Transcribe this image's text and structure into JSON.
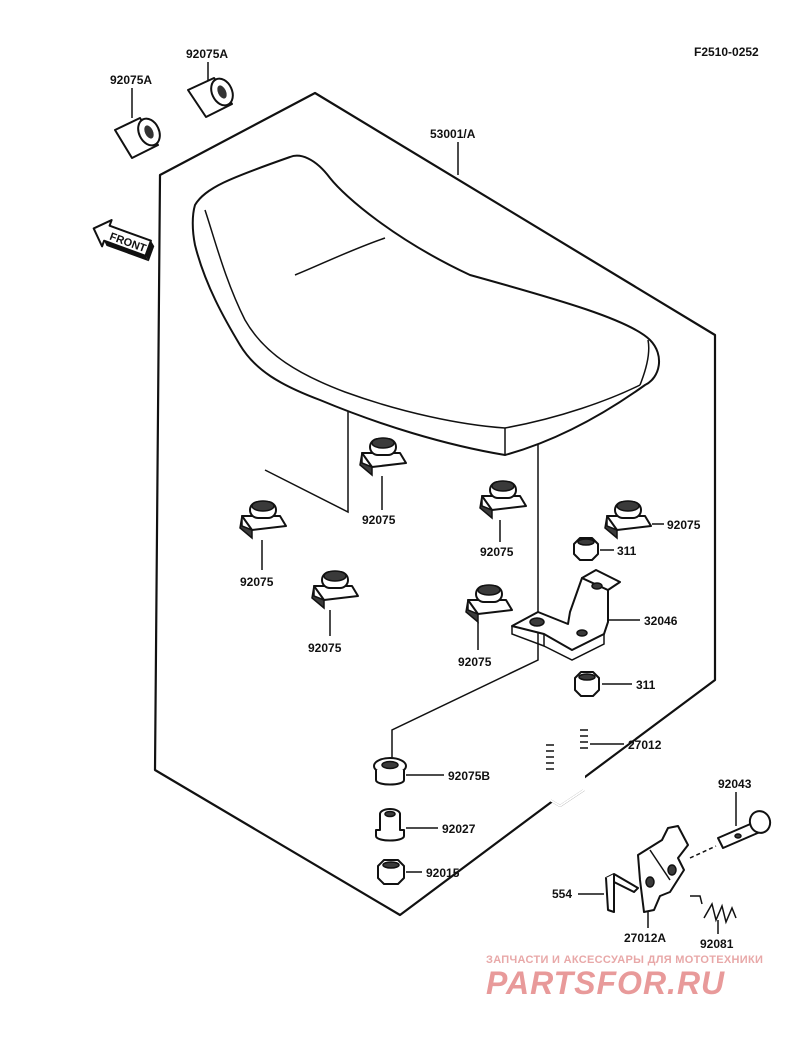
{
  "figure_code": "F2510-0252",
  "front_label": "FRONT",
  "labels": {
    "spacer_a_1": "92075A",
    "spacer_a_2": "92075A",
    "seat": "53001/A",
    "damper_1": "92075",
    "damper_2": "92075",
    "damper_3": "92075",
    "damper_4": "92075",
    "damper_5": "92075",
    "damper_6": "92075",
    "nut_upper": "311",
    "bracket": "32046",
    "nut_lower": "311",
    "ubolt": "27012",
    "damper_b": "92075B",
    "collar": "92027",
    "nut_bottom": "92015",
    "pin": "92043",
    "cotter_pin": "554",
    "latch": "27012A",
    "spring": "92081"
  },
  "watermark": {
    "tagline": "ЗАПЧАСТИ И АКСЕССУАРЫ ДЛЯ МОТОТЕХНИКИ",
    "brand": "PARTSFOR.RU"
  }
}
